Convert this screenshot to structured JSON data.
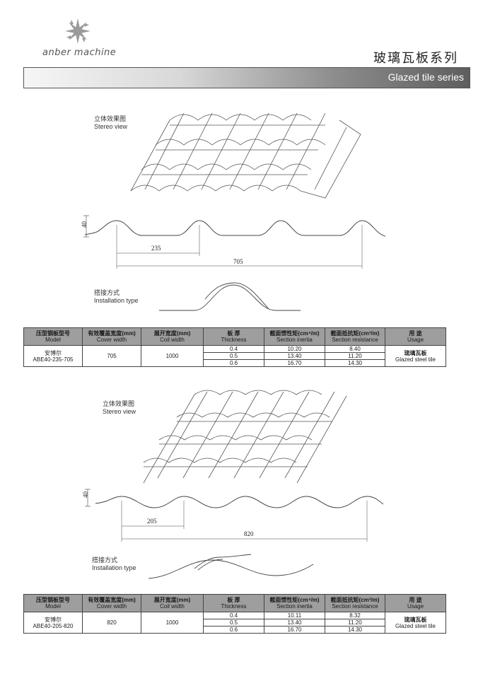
{
  "brand": {
    "logo_text": "anber machine"
  },
  "header": {
    "title_cn": "玻璃瓦板系列",
    "title_en": "Glazed tile series"
  },
  "sections": [
    {
      "stereo_label_cn": "立体效果图",
      "stereo_label_en": "Stereo view",
      "profile": {
        "height": "40",
        "pitch": "235",
        "width": "705"
      },
      "install_label_cn": "搭接方式",
      "install_label_en": "Installation type",
      "table": {
        "headers": [
          {
            "cn": "压型钢板型号",
            "en": "Model"
          },
          {
            "cn": "有效覆盖宽度(mm)",
            "en": "Cover width"
          },
          {
            "cn": "展开宽度(mm)",
            "en": "Coil width"
          },
          {
            "cn": "板 厚",
            "en": "Thickness"
          },
          {
            "cn": "截面惯性矩(cm⁴/m)",
            "en": "Section inertia"
          },
          {
            "cn": "截面抵抗矩(cm³/m)",
            "en": "Section resistance"
          },
          {
            "cn": "用 途",
            "en": "Usage"
          }
        ],
        "model_cn": "安博尔",
        "model_code": "ABE40-235-705",
        "cover_width": "705",
        "coil_width": "1000",
        "rows": [
          {
            "thickness": "0.4",
            "inertia": "10.20",
            "resistance": "8.40"
          },
          {
            "thickness": "0.5",
            "inertia": "13.40",
            "resistance": "11.20"
          },
          {
            "thickness": "0.6",
            "inertia": "16.70",
            "resistance": "14.30"
          }
        ],
        "usage_cn": "琉璃瓦板",
        "usage_en": "Glazed steel tile"
      }
    },
    {
      "stereo_label_cn": "立体效果图",
      "stereo_label_en": "Stereo view",
      "profile": {
        "height": "40",
        "pitch": "205",
        "width": "820"
      },
      "install_label_cn": "搭接方式",
      "install_label_en": "Installation type",
      "table": {
        "headers": [
          {
            "cn": "压型钢板型号",
            "en": "Model"
          },
          {
            "cn": "有效覆盖宽度(mm)",
            "en": "Cover width"
          },
          {
            "cn": "展开宽度(mm)",
            "en": "Coil width"
          },
          {
            "cn": "板 厚",
            "en": "Thickness"
          },
          {
            "cn": "截面惯性矩(cm⁴/m)",
            "en": "Section inertia"
          },
          {
            "cn": "截面抵抗矩(cm³/m)",
            "en": "Section resistance"
          },
          {
            "cn": "用 途",
            "en": "Usage"
          }
        ],
        "model_cn": "安博尔",
        "model_code": "ABE40-205-820",
        "cover_width": "820",
        "coil_width": "1000",
        "rows": [
          {
            "thickness": "0.4",
            "inertia": "10.11",
            "resistance": "8.32"
          },
          {
            "thickness": "0.5",
            "inertia": "13.40",
            "resistance": "11.20"
          },
          {
            "thickness": "0.6",
            "inertia": "16.70",
            "resistance": "14.30"
          }
        ],
        "usage_cn": "琉璃瓦板",
        "usage_en": "Glazed steel tile"
      }
    }
  ]
}
